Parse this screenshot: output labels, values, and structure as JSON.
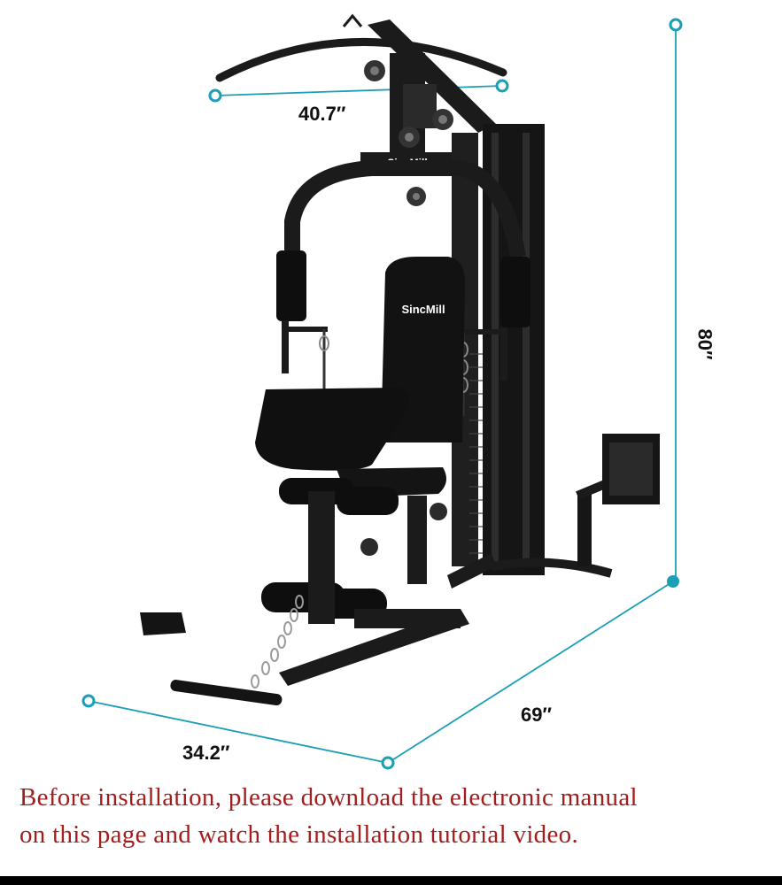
{
  "dimensions": {
    "width_top": "40.7″",
    "height": "80″",
    "depth": "69″",
    "width_base": "34.2″"
  },
  "branding": {
    "header_logo": "SincMill",
    "backrest_logo": "SincMill"
  },
  "caption": {
    "line1": "Before installation, please download the electronic manual",
    "line2": "on this page and watch the installation tutorial video."
  },
  "colors": {
    "dimension_line": "#1a9fb5",
    "caption_text": "#a31d1d",
    "frame": "#1b1b1b"
  }
}
